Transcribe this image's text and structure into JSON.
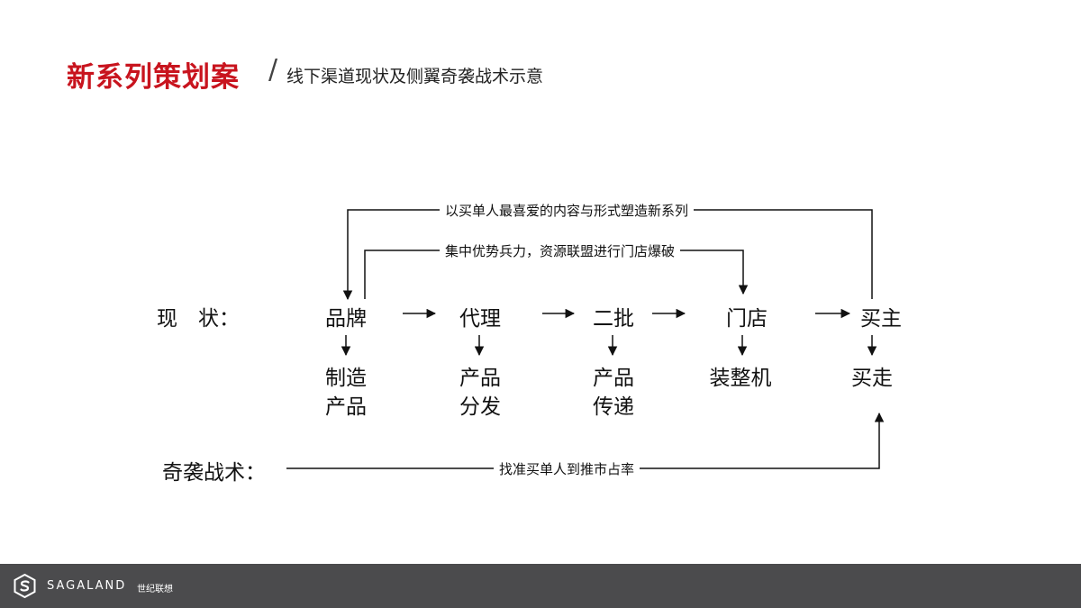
{
  "header": {
    "title": "新系列策划案",
    "separator": "/",
    "subtitle": "线下渠道现状及侧翼奇袭战术示意"
  },
  "diagram": {
    "row_label_status": "现　状：",
    "row_label_tactic": "奇袭战术：",
    "nodes": [
      "品牌",
      "代理",
      "二批",
      "门店",
      "买主"
    ],
    "node_details": [
      [
        "制造",
        "产品"
      ],
      [
        "产品",
        "分发"
      ],
      [
        "产品",
        "传递"
      ],
      [
        "装整机"
      ],
      [
        "买走"
      ]
    ],
    "loop_top_text": "以买单人最喜爱的内容与形式塑造新系列",
    "loop_mid_text": "集中优势兵力，资源联盟进行门店爆破",
    "tactic_text": "找准买单人到推市占率"
  },
  "footer": {
    "brand_en": "SAGALAND",
    "brand_cn": "世纪联想",
    "logo_icon": "s-badge-icon",
    "bar_color": "#4b4b4d"
  },
  "colors": {
    "title_red": "#c8141e",
    "line": "#111111"
  }
}
